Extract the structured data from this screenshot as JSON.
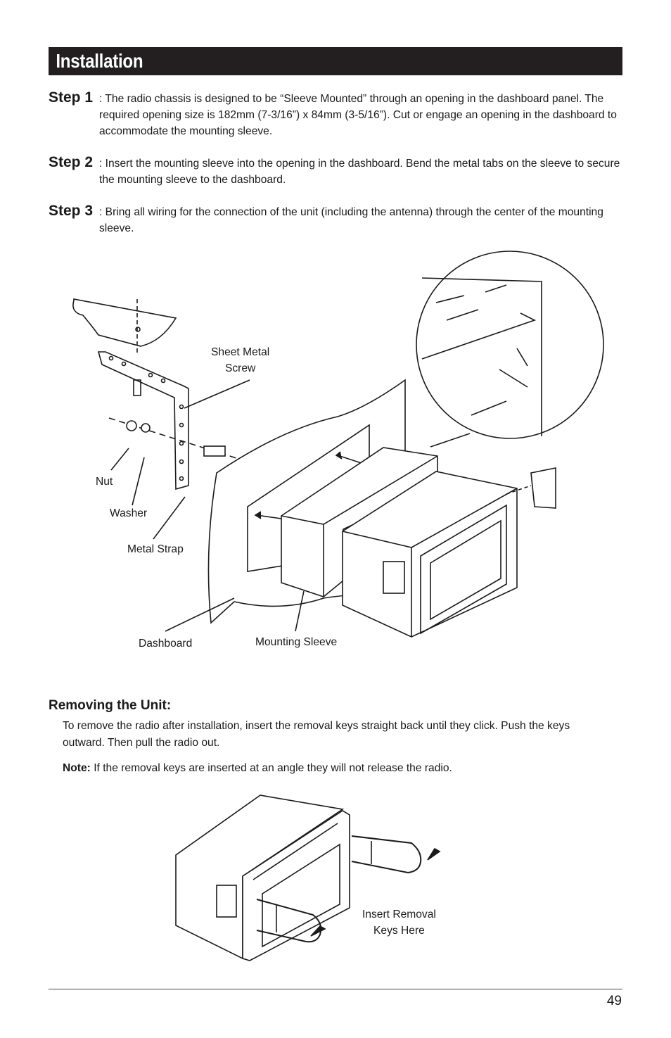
{
  "header": {
    "title": "Installation"
  },
  "steps": [
    {
      "label": "Step 1",
      "text": ": The radio chassis is designed to be “Sleeve Mounted” through an opening in the dashboard panel. The required opening size is 182mm (7-3/16”) x 84mm (3-5/16”). Cut or engage an opening in the dashboard to accommodate the mounting sleeve."
    },
    {
      "label": "Step 2",
      "text": ": Insert the mounting sleeve into the opening in the dashboard. Bend the metal tabs on the sleeve to secure the mounting sleeve to the dashboard."
    },
    {
      "label": "Step 3",
      "text": ": Bring all wiring for the connection of the unit (including the antenna) through the center of the mounting sleeve."
    }
  ],
  "diagram1": {
    "labels": {
      "sheet_metal_screw": "Sheet Metal\nScrew",
      "nut": "Nut",
      "washer": "Washer",
      "metal_strap": "Metal Strap",
      "dashboard": "Dashboard",
      "mounting_sleeve": "Mounting Sleeve"
    }
  },
  "removing": {
    "title": "Removing the Unit:",
    "text": "To remove the radio after installation, insert the removal keys straight back until they click. Push the keys outward. Then pull the radio out.",
    "note_label": "Note:",
    "note_text": " If the removal keys are inserted at an angle they will not release the radio."
  },
  "diagram2": {
    "label": "Insert Removal\nKeys Here"
  },
  "footer": {
    "page_number": "49"
  }
}
